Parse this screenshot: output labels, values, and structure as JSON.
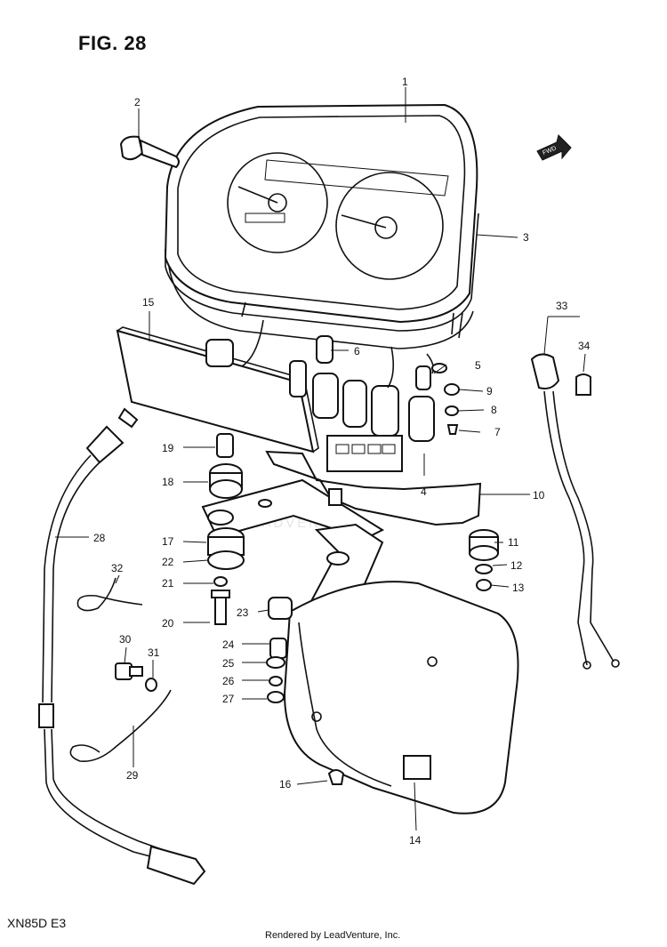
{
  "figure": {
    "title": "FIG. 28",
    "model": "XN85D E3",
    "credit": "Rendered by LeadVenture, Inc.",
    "watermark": "LEADVENTURE"
  },
  "arrow_label": "FWD",
  "part_numbers": [
    "1",
    "2",
    "3",
    "4",
    "5",
    "6",
    "7",
    "8",
    "9",
    "10",
    "11",
    "12",
    "13",
    "14",
    "15",
    "16",
    "17",
    "18",
    "19",
    "20",
    "21",
    "22",
    "23",
    "24",
    "25",
    "26",
    "27",
    "28",
    "29",
    "30",
    "31",
    "32",
    "33",
    "34"
  ],
  "colors": {
    "ink": "#111111",
    "paper": "#ffffff"
  }
}
